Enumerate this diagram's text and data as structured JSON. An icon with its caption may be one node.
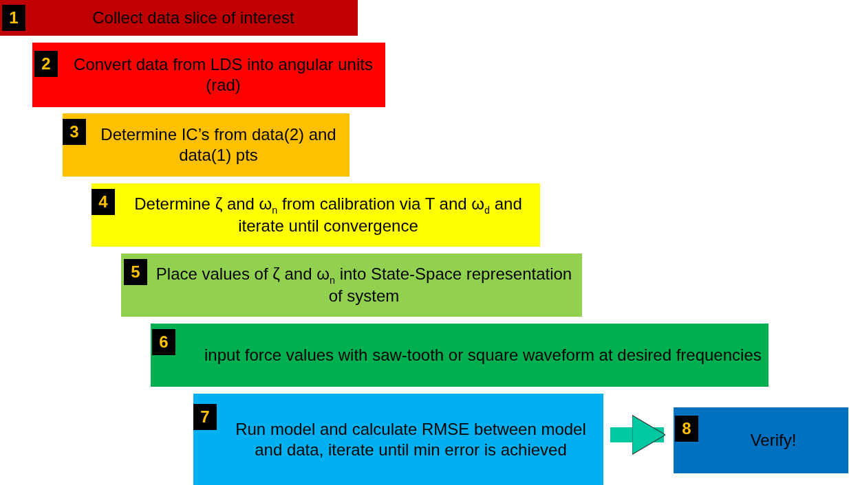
{
  "diagram": {
    "nodes": [
      {
        "text": [
          "1",
          "Collect data slice of interest"
        ]
      },
      {
        "text": [
          "2",
          "Convert data from LDS into angular units (rad)"
        ]
      },
      {
        "text": [
          "3",
          "Determine IC’s from data(2) and data(1) pts"
        ]
      },
      {
        "text": [
          "4",
          "Determine ζ and ω$_{n}$ from calibration via T and ω$_{d}$ and iterate until convergence"
        ]
      },
      {
        "text": [
          "5",
          "Place values of ζ and ω$_{n}$ into State-Space representation of system"
        ]
      },
      {
        "text": [
          "6",
          "input force values with saw-tooth or square waveform at desired frequencies"
        ]
      },
      {
        "text": [
          "7",
          "Run model and calculate RMSE between model and data, iterate until min error is achieved"
        ]
      },
      {
        "text": [
          "8",
          "Verify!"
        ]
      }
    ],
    "edges": [
      {
        "from": 6,
        "to": 7,
        "arrow": "to"
      }
    ]
  }
}
